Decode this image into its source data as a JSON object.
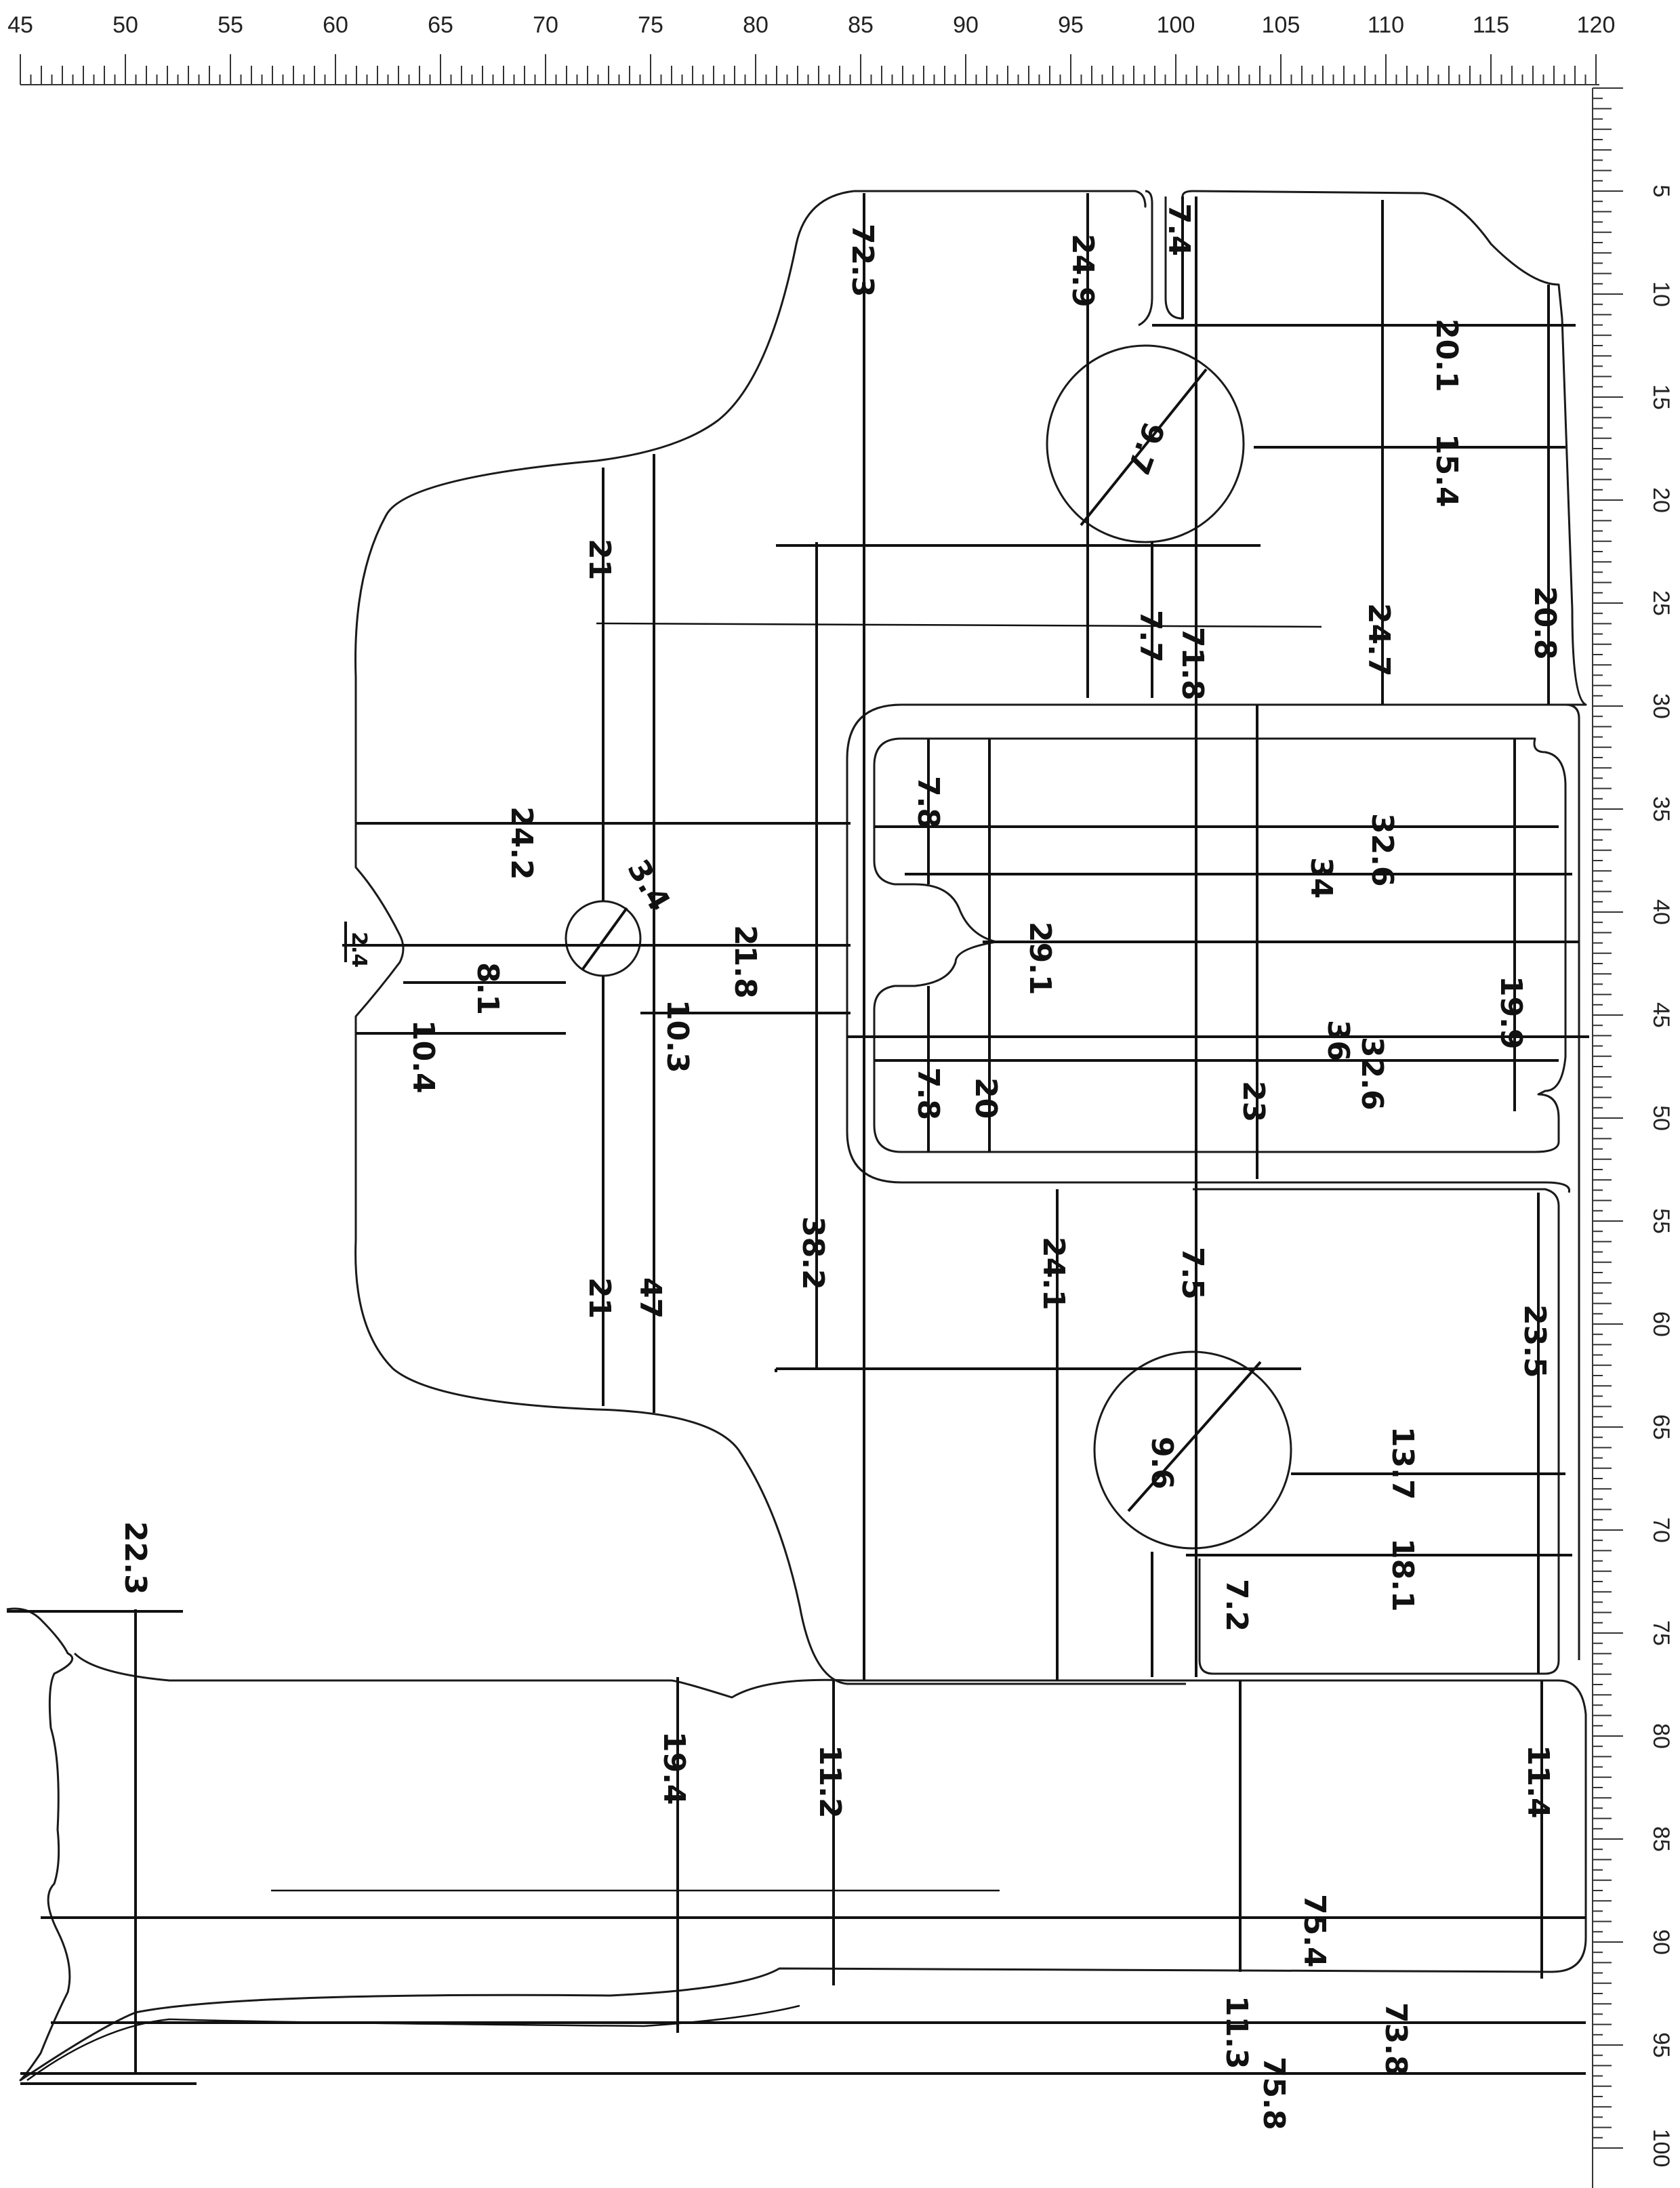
{
  "ruler_top": {
    "labels": [
      "45",
      "50",
      "55",
      "60",
      "65",
      "70",
      "75",
      "80",
      "85",
      "90",
      "95",
      "100",
      "105",
      "110",
      "115",
      "120"
    ]
  },
  "ruler_right": {
    "labels": [
      "5",
      "10",
      "15",
      "20",
      "25",
      "30",
      "35",
      "40",
      "45",
      "50",
      "55",
      "60",
      "65",
      "70",
      "75",
      "80",
      "85",
      "90",
      "95",
      "100"
    ]
  },
  "dimensions": {
    "d_72_3": "72.3",
    "d_24_9": "24.9",
    "d_7_4": "7.4",
    "d_20_1": "20.1",
    "d_15_4": "15.4",
    "d_9_7": "9.7",
    "d_20_8": "20.8",
    "d_24_7": "24.7",
    "d_71_8": "71.8",
    "d_7_7": "7.7",
    "d_21_top": "21",
    "d_24_2": "24.2",
    "d_3_4": "3.4",
    "d_2_4": "2.4",
    "d_8_1": "8.1",
    "d_10_4": "10.4",
    "d_21_8": "21.8",
    "d_10_3": "10.3",
    "d_7_8_top": "7.8",
    "d_32_6_top": "32.6",
    "d_34": "34",
    "d_29_1": "29.1",
    "d_19_9": "19.9",
    "d_36": "36",
    "d_32_6_bottom": "32.6",
    "d_7_8_bottom": "7.8",
    "d_20": "20",
    "d_23": "23",
    "d_38_2": "38.2",
    "d_21_bottom": "21",
    "d_47": "47",
    "d_24_1": "24.1",
    "d_7_5": "7.5",
    "d_23_5": "23.5",
    "d_13_7": "13.7",
    "d_9_6": "9.6",
    "d_18_1": "18.1",
    "d_7_2": "7.2",
    "d_22_3": "22.3",
    "d_19_4": "19.4",
    "d_11_2": "11.2",
    "d_11_4": "11.4",
    "d_75_4": "75.4",
    "d_11_3": "11.3",
    "d_73_8": "73.8",
    "d_75_8": "75.8"
  }
}
